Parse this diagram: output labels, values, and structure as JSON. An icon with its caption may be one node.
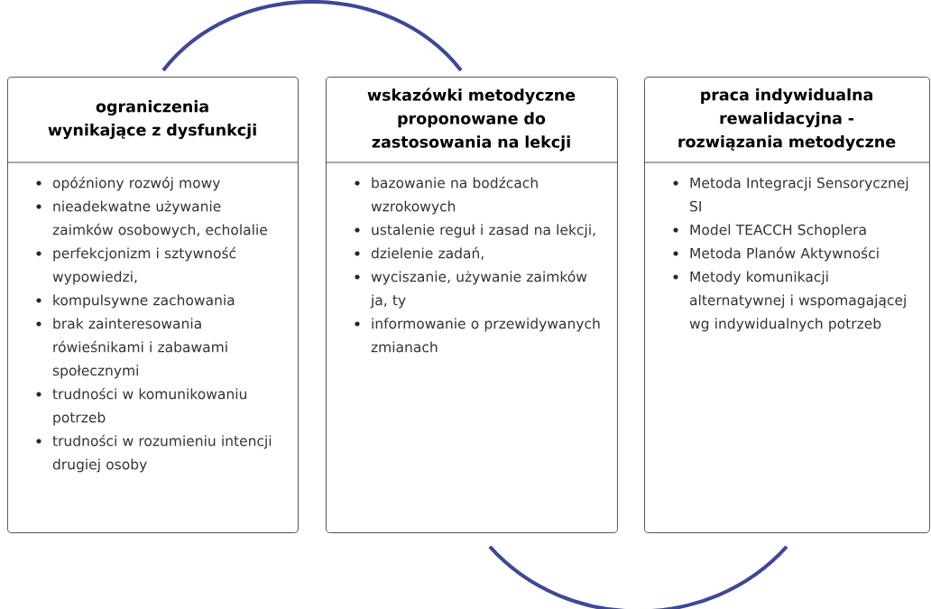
{
  "diagram": {
    "nodes": [
      {
        "text": [
          "ograniczenia wynikające z dysfunkcji",
          "opóźniony rozwój mowy",
          "nieadekwatne używanie zaimków osobowych, echolalie",
          "perfekcjonizm i sztywność wypowiedzi,",
          "kompulsywne zachowania",
          "brak zainteresowania rówieśnikami i zabawami społecznymi",
          "trudności w komunikowaniu potrzeb",
          "trudności w rozumieniu intencji drugiej osoby"
        ]
      },
      {
        "text": [
          "wskazówki metodyczne proponowane do zastosowania na lekcji",
          "bazowanie na bodźcach wzrokowych",
          "ustalenie reguł i zasad na lekcji,",
          "dzielenie zadań,",
          "wyciszanie, używanie zaimków ja, ty",
          "informowanie o przewidywanych zmianach"
        ]
      },
      {
        "text": [
          "praca indywidualna rewalidacyjna - rozwiązania metodyczne",
          "Metoda Integracji Sensorycznej SI",
          "Model TEACCH Schoplera",
          "Metoda Planów Aktywności",
          "Metody komunikacji alternatywnej i wspomagającej wg indywidualnych potrzeb"
        ]
      }
    ],
    "edges": [
      {
        "from": 0,
        "to": 1,
        "arrow": "none"
      },
      {
        "from": 1,
        "to": 2,
        "arrow": "none"
      }
    ]
  }
}
